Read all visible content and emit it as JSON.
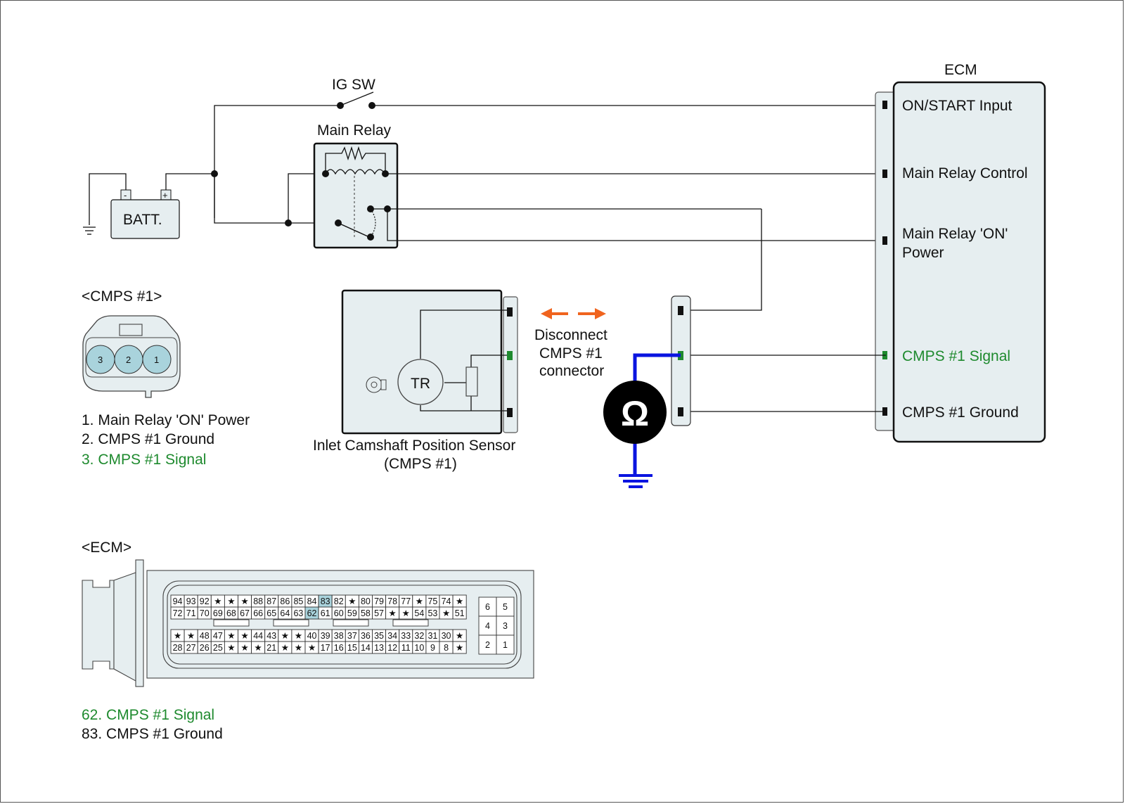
{
  "colors": {
    "signal_green": "#1e8a2e",
    "pin_highlight": "#a9d3dc",
    "meter_probe_blue": "#0a14e0",
    "disconnect_arrow_orange": "#f0641e",
    "component_fill": "#e6eef0"
  },
  "circuit": {
    "ig_switch_label": "IG SW",
    "main_relay_label": "Main Relay",
    "battery_label": "BATT.",
    "battery_neg": "-",
    "battery_pos": "+",
    "ecm_label": "ECM",
    "ecm_pins": [
      {
        "label": "ON/START Input",
        "highlight": false
      },
      {
        "label": "Main Relay Control",
        "highlight": false
      },
      {
        "label_line1": "Main Relay 'ON'",
        "label_line2": "Power",
        "highlight": false
      },
      {
        "label": "CMPS #1 Signal",
        "highlight": true
      },
      {
        "label": "CMPS #1 Ground",
        "highlight": false
      }
    ],
    "sensor": {
      "inner_label": "TR",
      "name_line1": "Inlet Camshaft Position Sensor",
      "name_line2": "(CMPS #1)"
    },
    "disconnect_note": [
      "Disconnect",
      "CMPS #1",
      "connector"
    ],
    "meter_icon": "ohmmeter-icon",
    "meter_symbol": "Ω"
  },
  "cmps_connector": {
    "title": "<CMPS #1>",
    "pins": [
      "3",
      "2",
      "1"
    ],
    "legend": [
      {
        "text": "1. Main Relay 'ON' Power",
        "highlight": false
      },
      {
        "text": "2. CMPS #1 Ground",
        "highlight": false
      },
      {
        "text": "3. CMPS #1 Signal",
        "highlight": true
      }
    ]
  },
  "ecm_connector": {
    "title": "<ECM>",
    "upper_block": [
      [
        "94",
        "93",
        "92",
        "★",
        "★",
        "★",
        "88",
        "87",
        "86",
        "85",
        "84",
        "83",
        "82",
        "★",
        "80",
        "79",
        "78",
        "77",
        "★",
        "75",
        "74",
        "★"
      ],
      [
        "72",
        "71",
        "70",
        "69",
        "68",
        "67",
        "66",
        "65",
        "64",
        "63",
        "62",
        "61",
        "60",
        "59",
        "58",
        "57",
        "★",
        "★",
        "54",
        "53",
        "★",
        "51"
      ]
    ],
    "lower_block": [
      [
        "★",
        "★",
        "48",
        "47",
        "★",
        "★",
        "44",
        "43",
        "★",
        "★",
        "40",
        "39",
        "38",
        "37",
        "36",
        "35",
        "34",
        "33",
        "32",
        "31",
        "30",
        "★"
      ],
      [
        "28",
        "27",
        "26",
        "25",
        "★",
        "★",
        "★",
        "21",
        "★",
        "★",
        "★",
        "17",
        "16",
        "15",
        "14",
        "13",
        "12",
        "11",
        "10",
        "9",
        "8",
        "★"
      ]
    ],
    "side_block": [
      [
        "6",
        "5"
      ],
      [
        "4",
        "3"
      ],
      [
        "2",
        "1"
      ]
    ],
    "highlighted_pins": [
      "83",
      "62"
    ],
    "legend": [
      {
        "text": "62. CMPS #1 Signal",
        "highlight": true
      },
      {
        "text": "83. CMPS #1 Ground",
        "highlight": false
      }
    ]
  }
}
